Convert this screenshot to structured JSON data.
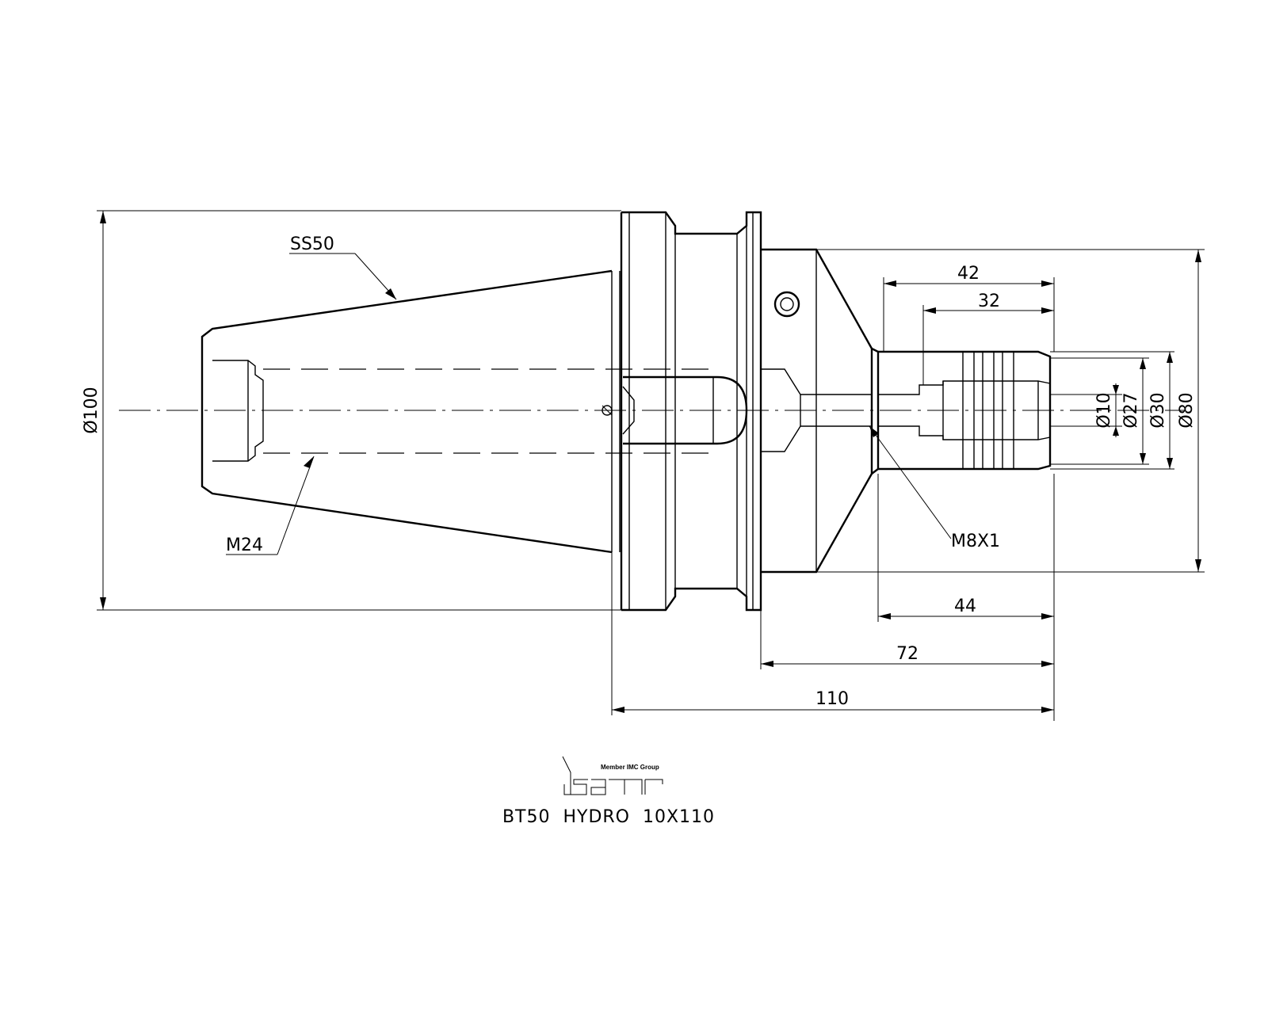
{
  "labels": {
    "taper": "SS50",
    "thread_retention": "M24",
    "thread_side": "M8X1"
  },
  "dimensions": {
    "overall_diameter": "Ø100",
    "flange_diameter": "Ø80",
    "shank_30": "Ø30",
    "shank_27": "Ø27",
    "bore_10": "Ø10",
    "len_42": "42",
    "len_32": "32",
    "len_44": "44",
    "len_72": "72",
    "len_110": "110"
  },
  "logo": {
    "tagline": "Member IMC Group",
    "brand": "iscar"
  },
  "title": "BT50  HYDRO  10X110"
}
